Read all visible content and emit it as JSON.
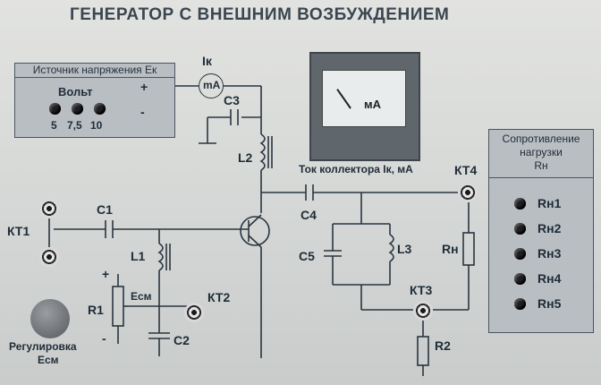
{
  "title": "ГЕНЕРАТОР С ВНЕШНИМ ВОЗБУЖДЕНИЕМ",
  "source": {
    "heading": "Источник напряжения Ек",
    "unit_label": "Вольт",
    "levels": [
      "5",
      "7,5",
      "10"
    ],
    "plus_sign": "+",
    "minus_sign": "-"
  },
  "ammeter": {
    "label": "Iк",
    "unit": "mA"
  },
  "meter": {
    "unit": "мА",
    "caption": "Ток коллектора Iк, мА"
  },
  "components": {
    "C1": "C1",
    "C2": "C2",
    "C3": "C3",
    "C4": "C4",
    "C5": "C5",
    "L1": "L1",
    "L2": "L2",
    "L3": "L3",
    "R1": "R1",
    "R2": "R2",
    "Rn": "Rн",
    "Ecm": "Есм",
    "plus": "+",
    "minus": "-"
  },
  "terminals": {
    "KT1": "КТ1",
    "KT2": "КТ2",
    "KT3": "КТ3",
    "KT4": "КТ4"
  },
  "knob": {
    "line1": "Регулировка",
    "line2": "Есм"
  },
  "load": {
    "heading_line1": "Сопротивление",
    "heading_line2": "нагрузки",
    "heading_line3": "Rн",
    "items": [
      "Rн1",
      "Rн2",
      "Rн3",
      "Rн4",
      "Rн5"
    ]
  }
}
